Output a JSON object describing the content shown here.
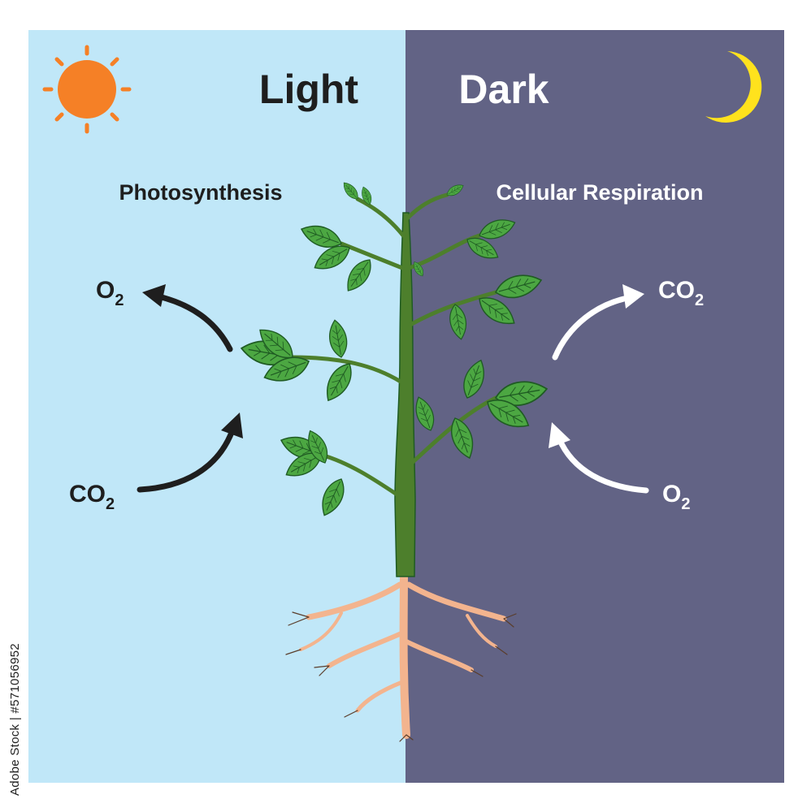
{
  "colors": {
    "light_bg": "#c0e7f8",
    "dark_bg": "#626385",
    "sun": "#f58026",
    "moon": "#ffe21d",
    "leaf": "#4ca742",
    "leaf_dark": "#1f5b23",
    "stem": "#4d7f2c",
    "root": "#f3b48e",
    "root_edge": "#8a5a3c",
    "text_dark": "#1e1e1e",
    "text_light": "#ffffff"
  },
  "headings": {
    "light": "Light",
    "dark": "Dark"
  },
  "processes": {
    "photosynthesis": "Photosynthesis",
    "respiration": "Cellular Respiration"
  },
  "gases": {
    "light_out": {
      "base": "O",
      "sub": "2"
    },
    "light_in": {
      "base": "CO",
      "sub": "2"
    },
    "dark_out": {
      "base": "CO",
      "sub": "2"
    },
    "dark_in": {
      "base": "O",
      "sub": "2"
    }
  },
  "watermark": {
    "side_text": "Adobe Stock | #571056952"
  },
  "icons": {
    "sun": "sun-icon",
    "moon": "crescent-moon-icon",
    "plant": "plant-illustration"
  }
}
